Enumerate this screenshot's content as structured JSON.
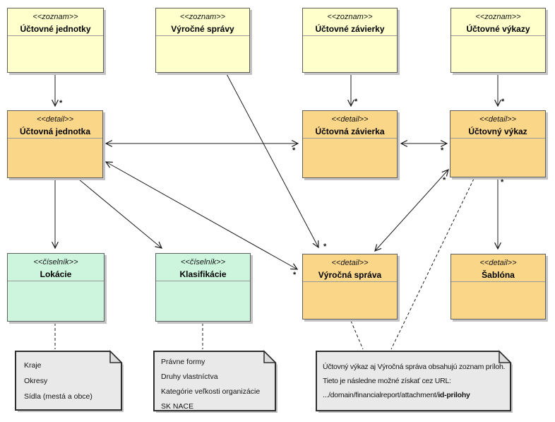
{
  "colors": {
    "list": "#ffffcc",
    "detail": "#fad689",
    "codebook": "#cdf5de",
    "note": "#e9e9e9"
  },
  "symbols": {
    "many": "*"
  },
  "nodes": {
    "uctovne_jednotky": {
      "stereotype": "<<zoznam>>",
      "name": "Účtovné jednotky"
    },
    "vyrocne_spravy": {
      "stereotype": "<<zoznam>>",
      "name": "Výročné správy"
    },
    "uctovne_zavierky": {
      "stereotype": "<<zoznam>>",
      "name": "Účtovné závierky"
    },
    "uctovne_vykazy": {
      "stereotype": "<<zoznam>>",
      "name": "Účtovné výkazy"
    },
    "uctovna_jednotka": {
      "stereotype": "<<detail>>",
      "name": "Účtovná jednotka"
    },
    "uctovna_zavierka": {
      "stereotype": "<<detail>>",
      "name": "Účtovná závierka"
    },
    "uctovny_vykaz": {
      "stereotype": "<<detail>>",
      "name": "Účtovný výkaz"
    },
    "lokacie": {
      "stereotype": "<<číselník>>",
      "name": "Lokácie"
    },
    "klasifikacie": {
      "stereotype": "<<číselník>>",
      "name": "Klasifikácie"
    },
    "vyrocna_sprava": {
      "stereotype": "<<detail>>",
      "name": "Výročná správa"
    },
    "sablona": {
      "stereotype": "<<detail>>",
      "name": "Šablóna"
    }
  },
  "notes": {
    "lokacie_note": {
      "lines": [
        "Kraje",
        "Okresy",
        "Sídla (mestá a obce)"
      ]
    },
    "klasifikacie_note": {
      "lines": [
        "Právne formy",
        "Druhy vlastníctva",
        "Kategórie veľkosti organizácie",
        "SK NACE"
      ]
    },
    "prilohy_note": {
      "line1": "Účtovný výkaz aj Výročná správa obsahujú zoznam príloh.",
      "line2": "Tieto je následne možné získať cez URL:",
      "url_prefix": ".../domain/financialreport/attachment/",
      "url_bold": "id-prilohy"
    }
  }
}
